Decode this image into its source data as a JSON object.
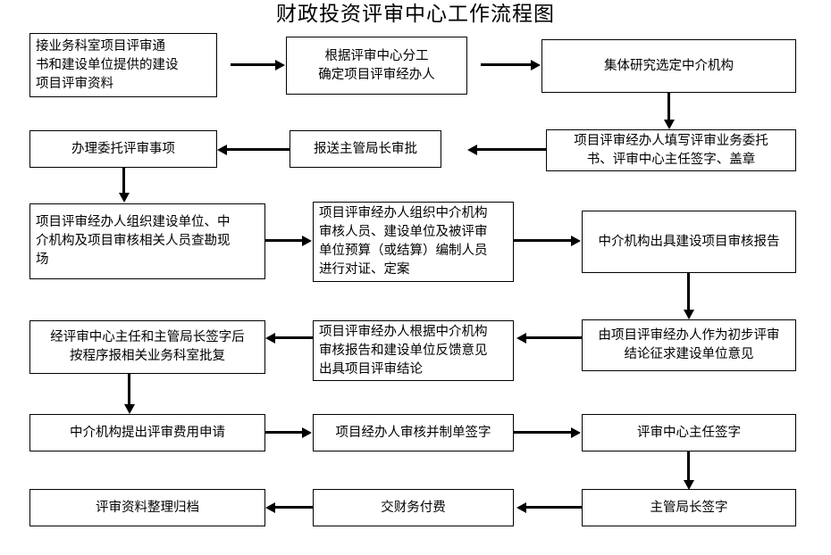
{
  "title": "财政投资评审中心工作流程图",
  "diagram": {
    "type": "flowchart",
    "orientation": "boustrophedon-rows",
    "colors": {
      "background": "#ffffff",
      "box_border": "#000000",
      "box_fill": "#ffffff",
      "text": "#000000",
      "arrow": "#000000"
    },
    "nodes": [
      {
        "id": "n1",
        "label": "接业务科室项目评审通\n书和建设单位提供的建设\n项目评审资料",
        "text_plain": "接业务科室项目评审通知书和建设单位提供的建设项目评审资料",
        "align": "left",
        "row": 1,
        "col": 1
      },
      {
        "id": "n2",
        "label": "根据评审中心分工\n确定项目评审经办人",
        "text_plain": "根据评审中心分工确定项目评审经办人",
        "align": "center",
        "row": 1,
        "col": 2
      },
      {
        "id": "n3",
        "label": "集体研究选定中介机构",
        "text_plain": "集体研究选定中介机构",
        "align": "center",
        "row": 1,
        "col": 3
      },
      {
        "id": "n4",
        "label": "项目评审经办人填写评审业务委托\n书、评审中心主任签字、盖章",
        "text_plain": "项目评审经办人填写评审业务委托书、评审中心主任签字、盖章",
        "align": "center",
        "row": 2,
        "col": 3
      },
      {
        "id": "n5",
        "label": "报送主管局长审批",
        "text_plain": "报送主管局长审批",
        "align": "center",
        "row": 2,
        "col": 2
      },
      {
        "id": "n6",
        "label": "办理委托评审事项",
        "text_plain": "办理委托评审事项",
        "align": "center",
        "row": 2,
        "col": 1
      },
      {
        "id": "n7",
        "label": "项目评审经办人组织建设单位、中\n介机构及项目审核相关人员查勘现\n场",
        "text_plain": "项目评审经办人组织建设单位、中介机构及项目审核相关人员查勘现场",
        "align": "left",
        "row": 3,
        "col": 1
      },
      {
        "id": "n8",
        "label": "项目评审经办人组织中介机构\n审核人员、建设单位及被评审\n单位预算（或结算）编制人员\n进行对证、定案",
        "text_plain": "项目评审经办人组织中介机构审核人员、建设单位及被评审单位预算（或结算）编制人员进行对证、定案",
        "align": "left",
        "row": 3,
        "col": 2
      },
      {
        "id": "n9",
        "label": "中介机构出具建设项目审核报告",
        "text_plain": "中介机构出具建设项目审核报告",
        "align": "center",
        "row": 3,
        "col": 3
      },
      {
        "id": "n10",
        "label": "由项目评审经办人作为初步评审\n结论征求建设单位意见",
        "text_plain": "由项目评审经办人作为初步评审结论征求建设单位意见",
        "align": "center",
        "row": 4,
        "col": 3
      },
      {
        "id": "n11",
        "label": "项目评审经办人根据中介机构\n审核报告和建设单位反馈意见\n出具项目评审结论",
        "text_plain": "项目评审经办人根据中介机构审核报告和建设单位反馈意见出具项目评审结论",
        "align": "left",
        "row": 4,
        "col": 2
      },
      {
        "id": "n12",
        "label": "经评审中心主任和主管局长签字后\n按程序报相关业务科室批复",
        "text_plain": "经评审中心主任和主管局长签字后按程序报相关业务科室批复",
        "align": "center",
        "row": 4,
        "col": 1
      },
      {
        "id": "n13",
        "label": "中介机构提出评审费用申请",
        "text_plain": "中介机构提出评审费用申请",
        "align": "center",
        "row": 5,
        "col": 1
      },
      {
        "id": "n14",
        "label": "项目经办人审核并制单签字",
        "text_plain": "项目经办人审核并制单签字",
        "align": "center",
        "row": 5,
        "col": 2
      },
      {
        "id": "n15",
        "label": "评审中心主任签字",
        "text_plain": "评审中心主任签字",
        "align": "center",
        "row": 5,
        "col": 3
      },
      {
        "id": "n16",
        "label": "主管局长签字",
        "text_plain": "主管局长签字",
        "align": "center",
        "row": 6,
        "col": 3
      },
      {
        "id": "n17",
        "label": "交财务付费",
        "text_plain": "交财务付费",
        "align": "center",
        "row": 6,
        "col": 2
      },
      {
        "id": "n18",
        "label": "评审资料整理归档",
        "text_plain": "评审资料整理归档",
        "align": "center",
        "row": 6,
        "col": 1
      }
    ],
    "edges": [
      {
        "from": "n1",
        "to": "n2",
        "direction": "right"
      },
      {
        "from": "n2",
        "to": "n3",
        "direction": "right"
      },
      {
        "from": "n3",
        "to": "n4",
        "direction": "down"
      },
      {
        "from": "n4",
        "to": "n5",
        "direction": "left"
      },
      {
        "from": "n5",
        "to": "n6",
        "direction": "left"
      },
      {
        "from": "n6",
        "to": "n7",
        "direction": "down"
      },
      {
        "from": "n7",
        "to": "n8",
        "direction": "right"
      },
      {
        "from": "n8",
        "to": "n9",
        "direction": "right"
      },
      {
        "from": "n9",
        "to": "n10",
        "direction": "down"
      },
      {
        "from": "n10",
        "to": "n11",
        "direction": "left"
      },
      {
        "from": "n11",
        "to": "n12",
        "direction": "left"
      },
      {
        "from": "n12",
        "to": "n13",
        "direction": "down"
      },
      {
        "from": "n13",
        "to": "n14",
        "direction": "right"
      },
      {
        "from": "n14",
        "to": "n15",
        "direction": "right"
      },
      {
        "from": "n15",
        "to": "n16",
        "direction": "down"
      },
      {
        "from": "n16",
        "to": "n17",
        "direction": "left"
      },
      {
        "from": "n17",
        "to": "n18",
        "direction": "left"
      }
    ]
  }
}
